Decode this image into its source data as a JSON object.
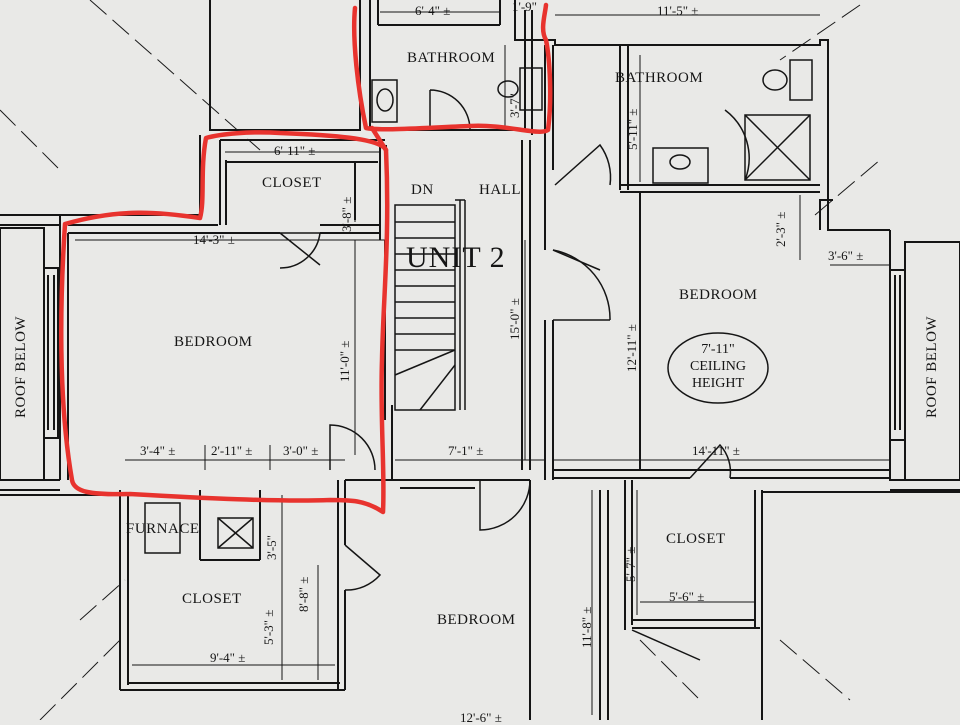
{
  "title": "UNIT 2",
  "rooms": {
    "bathroom_left": "BATHROOM",
    "bathroom_right": "BATHROOM",
    "closet_top": "CLOSET",
    "dn": "DN",
    "hall": "HALL",
    "bedroom_left": "BEDROOM",
    "bedroom_right": "BEDROOM",
    "bedroom_bottom": "BEDROOM",
    "furnace": "FURNACE",
    "closet_bottom_left": "CLOSET",
    "closet_bottom_right": "CLOSET",
    "roof_below_left": "ROOF BELOW",
    "roof_below_right": "ROOF BELOW"
  },
  "ceiling_note": {
    "line1": "7'-11\"",
    "line2": "CEILING",
    "line3": "HEIGHT"
  },
  "dimensions": {
    "top_6_4": "6'-4\" ±",
    "top_1_9": "1'-9\"",
    "top_11_5": "11'-5\" ±",
    "bath_3_7": "3'-7\"",
    "bath_5_11": "5'-11\" ±",
    "closet_6_11": "6'-11\" ±",
    "closet_3_8": "3'-8\" ±",
    "bed_14_3": "14'-3\" ±",
    "right_2_3": "2'-3\" ±",
    "right_3_6": "3'-6\" ±",
    "hall_15_0": "15'-0\" ±",
    "bed_12_11": "12'-11\" ±",
    "bed_11_0": "11'-0\" ±",
    "bot_3_4": "3'-4\" ±",
    "bot_2_11": "2'-11\" ±",
    "bot_3_0": "3'-0\" ±",
    "hall_7_1": "7'-1\" ±",
    "bed_14_11": "14'-11\" ±",
    "furn_3_5": "3'-5\"",
    "closet_8_8": "8'-8\" ±",
    "closet_5_3": "5'-3\" ±",
    "closet_9_4": "9'-4\" ±",
    "closet_5_7": "5'-7\" ±",
    "closet_5_6": "5'-6\" ±",
    "bed_11_8": "11'-8\" ±",
    "bottom_12_6": "12'-6\" ±"
  },
  "colors": {
    "paper": "#e9e9e7",
    "ink": "#151515",
    "markup": "#e8332e"
  }
}
